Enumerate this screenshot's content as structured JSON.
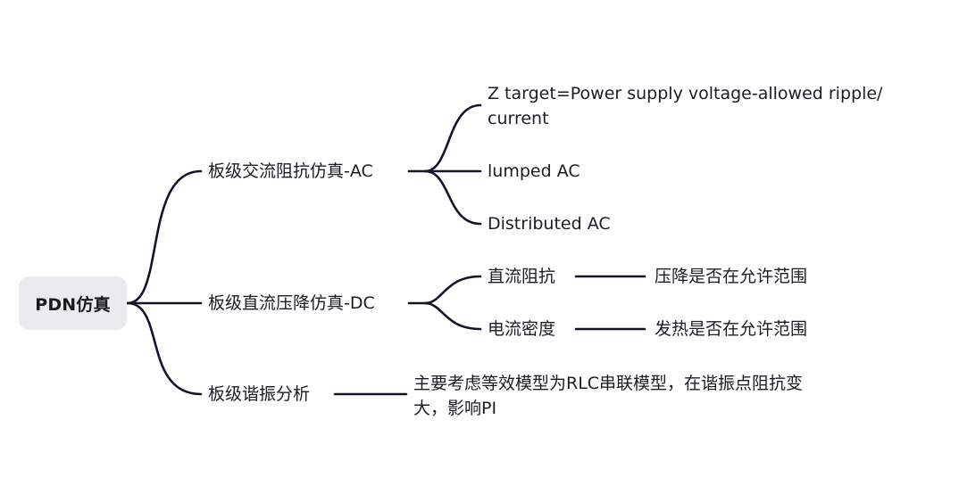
{
  "root": {
    "label": "PDN仿真"
  },
  "branches": [
    {
      "label": "板级交流阻抗仿真-AC",
      "children": [
        {
          "label": "Z target=Power supply voltage-allowed ripple/ current"
        },
        {
          "label": "lumped AC"
        },
        {
          "label": "Distributed AC"
        }
      ]
    },
    {
      "label": "板级直流压降仿真-DC",
      "children": [
        {
          "label": "直流阻抗",
          "detail": "压降是否在允许范围"
        },
        {
          "label": "电流密度",
          "detail": "发热是否在允许范围"
        }
      ]
    },
    {
      "label": "板级谐振分析",
      "detail": "主要考虑等效模型为RLC串联模型，在谐振点阻抗变大，影响PI"
    }
  ],
  "colors": {
    "line": "#14142b",
    "root_fill": "#ebeaee",
    "text": "#1b1b24"
  }
}
